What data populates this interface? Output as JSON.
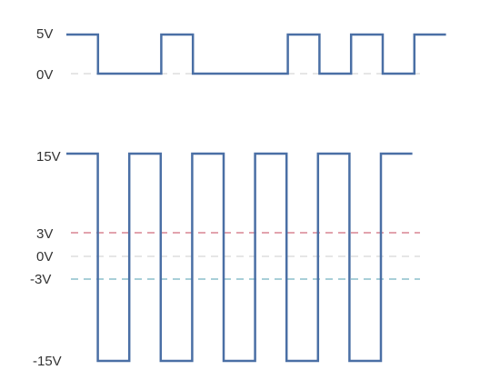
{
  "colors": {
    "signal": "#4a6fa5",
    "ref_zero": "#e6e6e6",
    "ref_positive": "#e2a3ad",
    "ref_negative": "#a8cfd8",
    "label": "#333333"
  },
  "ttl_signal": {
    "labels": {
      "high": "5V",
      "low": "0V"
    },
    "levels": [
      "high",
      "low",
      "low",
      "high",
      "low",
      "low",
      "low",
      "high",
      "low",
      "high",
      "low",
      "high"
    ]
  },
  "rs232_signal": {
    "labels": {
      "high": "15V",
      "pos_threshold": "3V",
      "zero": "0V",
      "neg_threshold": "-3V",
      "low": "-15V"
    },
    "levels": [
      "high",
      "low",
      "high",
      "low",
      "high",
      "low",
      "high",
      "low",
      "high",
      "low",
      "high"
    ]
  }
}
